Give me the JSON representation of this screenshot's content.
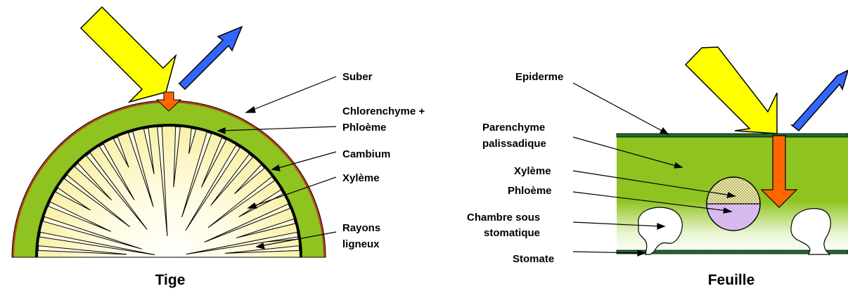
{
  "captions": {
    "stem": "Tige",
    "leaf": "Feuille"
  },
  "stem_labels": {
    "suber": "Suber",
    "chlorenchyme_line1": "Chlorenchyme +",
    "chlorenchyme_line2": "Phloème",
    "cambium": "Cambium",
    "xyleme": "Xylème",
    "rayons_line1": "Rayons",
    "rayons_line2": "ligneux"
  },
  "leaf_labels": {
    "epiderme": "Epiderme",
    "parenchyme_line1": "Parenchyme",
    "parenchyme_line2": "palissadique",
    "xyleme": "Xylème",
    "phloeme": "Phloème",
    "chambre_line1": "Chambre sous",
    "chambre_line2": "stomatique",
    "stomate": "Stomate"
  },
  "colors": {
    "incoming_light": "#ffff00",
    "reflected_light": "#3366ff",
    "transmitted_light": "#ff6600",
    "tissue_green": "#8fc31f",
    "suber_brown": "#b5451b",
    "xylem_fill": "#f4f0a0",
    "phloem_fill": "#cda8ec"
  }
}
